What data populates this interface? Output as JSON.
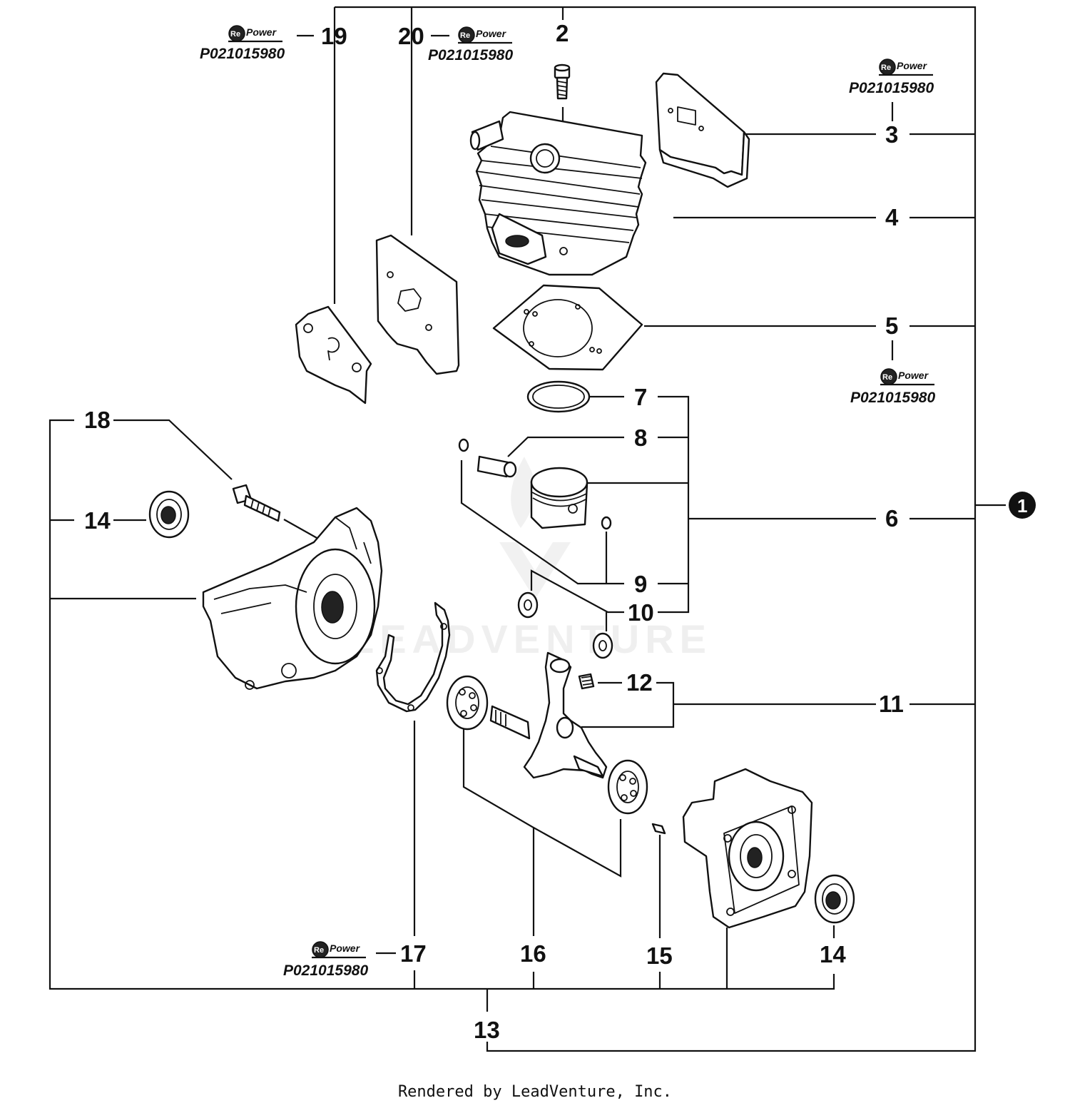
{
  "callouts": {
    "c1": "1",
    "c2": "2",
    "c3": "3",
    "c4": "4",
    "c5": "5",
    "c6": "6",
    "c7": "7",
    "c8": "8",
    "c9": "9",
    "c10": "10",
    "c11": "11",
    "c12": "12",
    "c13": "13",
    "c14a": "14",
    "c14b": "14",
    "c15": "15",
    "c16": "16",
    "c17": "17",
    "c18": "18",
    "c19": "19",
    "c20": "20"
  },
  "repower": {
    "brand_prefix": "Re",
    "brand_suffix": "Power",
    "part_number": "P021015980"
  },
  "watermark": {
    "text": "LEADVENTURE"
  },
  "footer": {
    "text": "Rendered by LeadVenture, Inc."
  }
}
